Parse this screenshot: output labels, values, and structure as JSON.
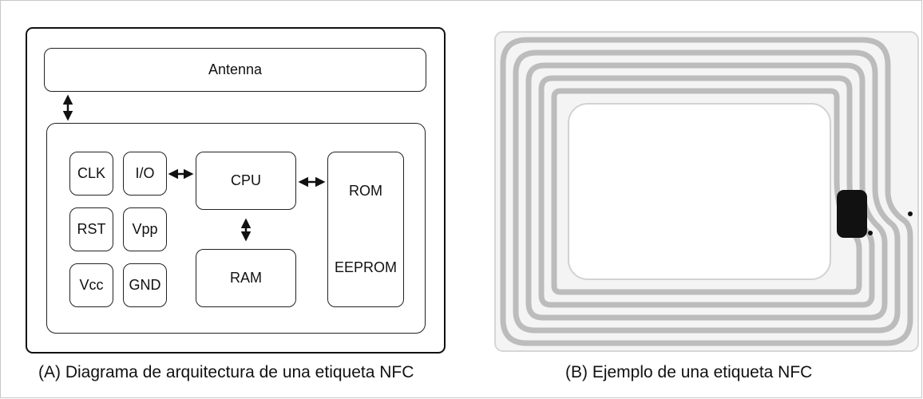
{
  "diagram": {
    "antenna": "Antenna",
    "pins": {
      "clk": "CLK",
      "io": "I/O",
      "rst": "RST",
      "vpp": "Vpp",
      "vcc": "Vcc",
      "gnd": "GND"
    },
    "cpu": "CPU",
    "ram": "RAM",
    "rom": "ROM",
    "eeprom": "EEPROM"
  },
  "captions": {
    "left": "(A) Diagrama de arquitectura de una etiqueta NFC",
    "right": "(B) Ejemplo de una etiqueta NFC"
  },
  "colors": {
    "line": "#111111",
    "antenna_trace": "#c4c4c4",
    "chip_module": "#111111"
  }
}
